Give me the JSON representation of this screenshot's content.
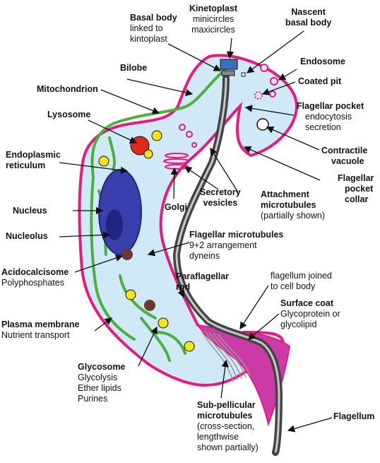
{
  "colors": {
    "membrane": "#e8197f",
    "cytoplasm": "#cfe9f6",
    "mitochondrion": "#4caf3f",
    "nucleus": "#3b3fae",
    "nucleolus": "#1f2580",
    "lysosome": "#e0291c",
    "glycosome": "#f2e51a",
    "acidocalcisome": "#6a3a2a",
    "flagellum_dark": "#444444",
    "flagellum_light": "#c8c8c8",
    "surface_coat": "#cc3aa8",
    "vesicle": "#e8197f",
    "arrow": "#111111"
  },
  "labels": {
    "kinetoplast": {
      "title": "Kinetoplast",
      "lines": [
        "minicircles",
        "maxicircles"
      ]
    },
    "basal_body": {
      "title": "Basal body",
      "lines": [
        "linked to",
        "kintoplast"
      ]
    },
    "nascent_basal_body": {
      "title": "Nascent",
      "lines": [
        "basal body"
      ]
    },
    "endosome": {
      "title": "Endosome",
      "lines": []
    },
    "coated_pit": {
      "title": "Coated pit",
      "lines": []
    },
    "bilobe": {
      "title": "Bilobe",
      "lines": []
    },
    "mitochondrion": {
      "title": "Mitochondrion",
      "lines": []
    },
    "flagellar_pocket": {
      "title": "Flagellar pocket",
      "lines": [
        "endocytosis",
        "secretion"
      ]
    },
    "lysosome": {
      "title": "Lysosome",
      "lines": []
    },
    "contractile_vacuole": {
      "title": "Contractile",
      "lines": [
        "vacuole"
      ]
    },
    "endoplasmic_reticulum": {
      "title": "Endoplasmic",
      "lines": [
        "reticulum"
      ]
    },
    "flagellar_pocket_collar": {
      "title": "Flagellar",
      "lines": [
        "pocket",
        "collar"
      ]
    },
    "secretory_vesicles": {
      "title": "Secretory",
      "lines": [
        "vesicles"
      ]
    },
    "attachment_microtubules": {
      "title": "Attachment",
      "lines": [
        "microtubules",
        "(partially shown)"
      ]
    },
    "golgi": {
      "title": "Golgi",
      "lines": []
    },
    "nucleus": {
      "title": "Nucleus",
      "lines": []
    },
    "nucleolus": {
      "title": "Nucleolus",
      "lines": []
    },
    "flagellar_microtubules": {
      "title": "Flagellar microtubules",
      "lines": [
        "9+2 arrangement",
        "dyneins"
      ]
    },
    "acidocalcisome": {
      "title": "Acidocalcisome",
      "lines": [
        "Polyphosphates"
      ]
    },
    "paraflagellar_rod": {
      "title": "Paraflagellar",
      "lines": [
        "rod"
      ]
    },
    "flagellum_joined": {
      "title": "",
      "lines": [
        "flagellum joined",
        "to cell body"
      ]
    },
    "surface_coat": {
      "title": "Surface coat",
      "lines": [
        "Glycoprotein or",
        "glycolipid"
      ]
    },
    "plasma_membrane": {
      "title": "Plasma membrane",
      "lines": [
        "Nutrient transport"
      ]
    },
    "glycosome": {
      "title": "Glycosome",
      "lines": [
        "Glycolysis",
        "Ether lipids",
        "Purines"
      ]
    },
    "sub_pellicular": {
      "title": "Sub-pellicular",
      "lines": [
        "microtubules",
        "(cross-section,",
        "lengthwise",
        "shown partially)"
      ]
    },
    "flagellum": {
      "title": "Flagellum",
      "lines": []
    }
  }
}
